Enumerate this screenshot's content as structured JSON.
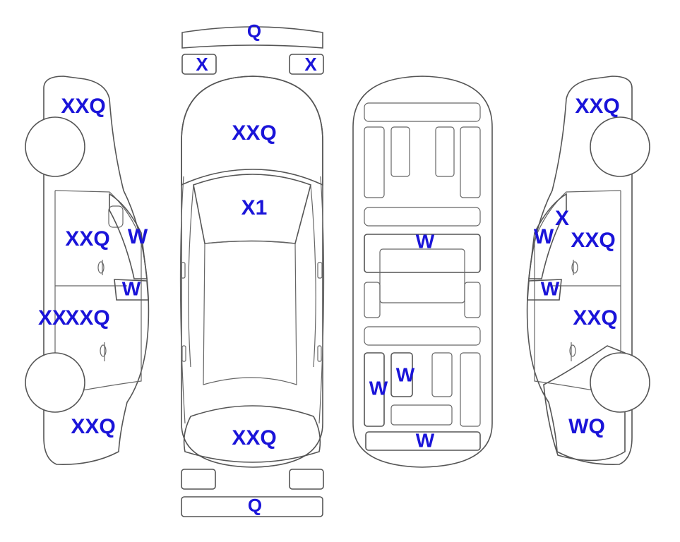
{
  "colors": {
    "glass": "#dff5fb",
    "damage": "#fba82b",
    "outline": "#555555",
    "label": "#1a14d9",
    "tire": "#ffffff"
  },
  "labels": {
    "front_bumper": "Q",
    "left_headlight": "X",
    "right_headlight": "X",
    "hood": "XXQ",
    "windshield": "X1",
    "roof": "",
    "trunk_lid": "XXQ",
    "rear_bumper": "Q",
    "left_front_fender": "XXQ",
    "left_front_door": "XXQ",
    "left_front_window": "W",
    "left_rear_window": "W",
    "left_rear_door_a": "XX",
    "left_rear_door_b": "XXQ",
    "left_rear_quarter": "XXQ",
    "right_front_fender": "XXQ",
    "right_front_window_x": "X",
    "right_front_window": "W",
    "right_front_door": "XXQ",
    "right_rear_window": "W",
    "right_rear_door": "XXQ",
    "right_rear_quarter": "WQ",
    "interior_mid": "W",
    "interior_rear_left": "W",
    "interior_rear_left2": "W",
    "interior_trunk": "W"
  }
}
